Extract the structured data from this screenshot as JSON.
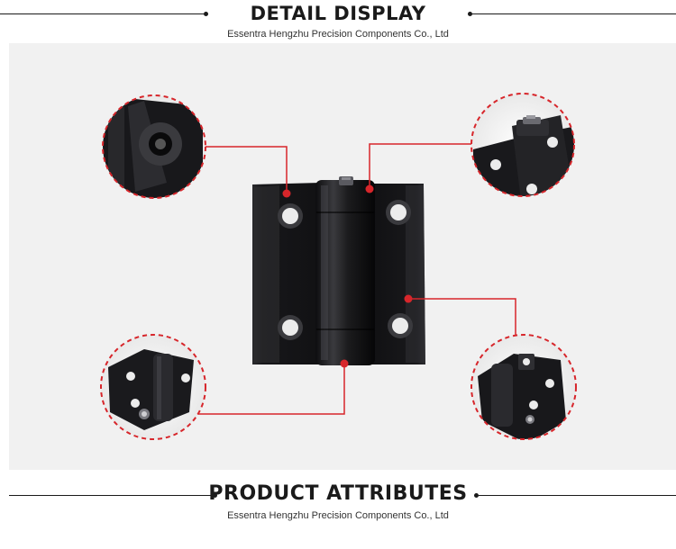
{
  "sections": {
    "detail": {
      "title": "DETAIL DISPLAY",
      "subtitle": "Essentra Hengzhu Precision Components Co., Ltd"
    },
    "attributes": {
      "title": "PRODUCT ATTRIBUTES",
      "subtitle": "Essentra Hengzhu Precision Components Co., Ltd"
    }
  },
  "colors": {
    "accent": "#d7262b",
    "panel": "#f1f1f1",
    "hinge": "#1c1c1e",
    "text": "#1a1a1a"
  },
  "images": {
    "main": "hinge-front-view",
    "callouts": [
      "countersunk-hole-detail",
      "pin-top-detail",
      "pin-bottom-detail",
      "hinge-back-detail"
    ]
  }
}
